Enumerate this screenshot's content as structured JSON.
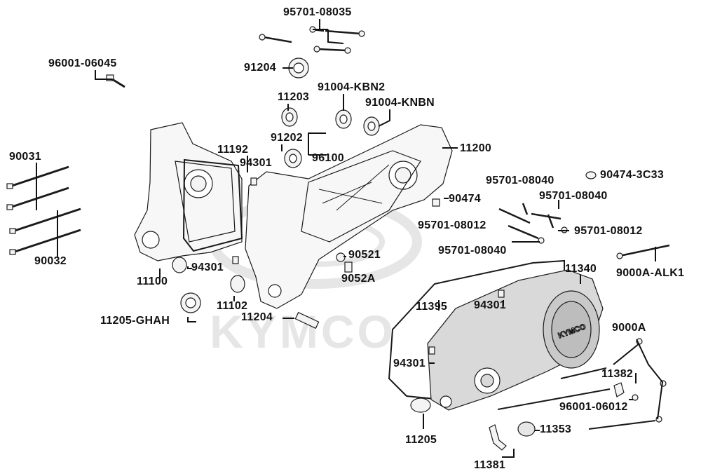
{
  "diagram": {
    "watermark_text": "KYMCO",
    "cover_logo_text": "KYMCO",
    "colors": {
      "line": "#1a1a1a",
      "watermark": "#e6e6e6",
      "part_fill": "#f4f4f4",
      "cover_fill": "#d9d9d9"
    },
    "labels": {
      "p95701_08035": "95701-08035",
      "p96001_06045": "96001-06045",
      "p91204": "91204",
      "p11203": "11203",
      "p91004_kbn2": "91004-KBN2",
      "p91004_knbn": "91004-KNBN",
      "p90031": "90031",
      "p90032": "90032",
      "p11192": "11192",
      "p94301_a": "94301",
      "p91202": "91202",
      "p96100": "96100",
      "p11200": "11200",
      "p90474_3c33": "90474-3C33",
      "p95701_08040_a": "95701-08040",
      "p95701_08040_b": "95701-08040",
      "p90474": "90474",
      "p95701_08012_a": "95701-08012",
      "p95701_08012_b": "95701-08012",
      "p95701_08040_c": "95701-08040",
      "p90521": "90521",
      "p9052a": "9052A",
      "p94301_b": "94301",
      "p11100": "11100",
      "p11102": "11102",
      "p11205_ghah": "11205-GHAH",
      "p11204": "11204",
      "p9000a_alk1": "9000A-ALK1",
      "p11340": "11340",
      "p94301_c": "94301",
      "p11395": "11395",
      "p9000a": "9000A",
      "p94301_d": "94301",
      "p11382": "11382",
      "p96001_06012": "96001-06012",
      "p11205": "11205",
      "p11353": "11353",
      "p11381": "11381"
    }
  }
}
